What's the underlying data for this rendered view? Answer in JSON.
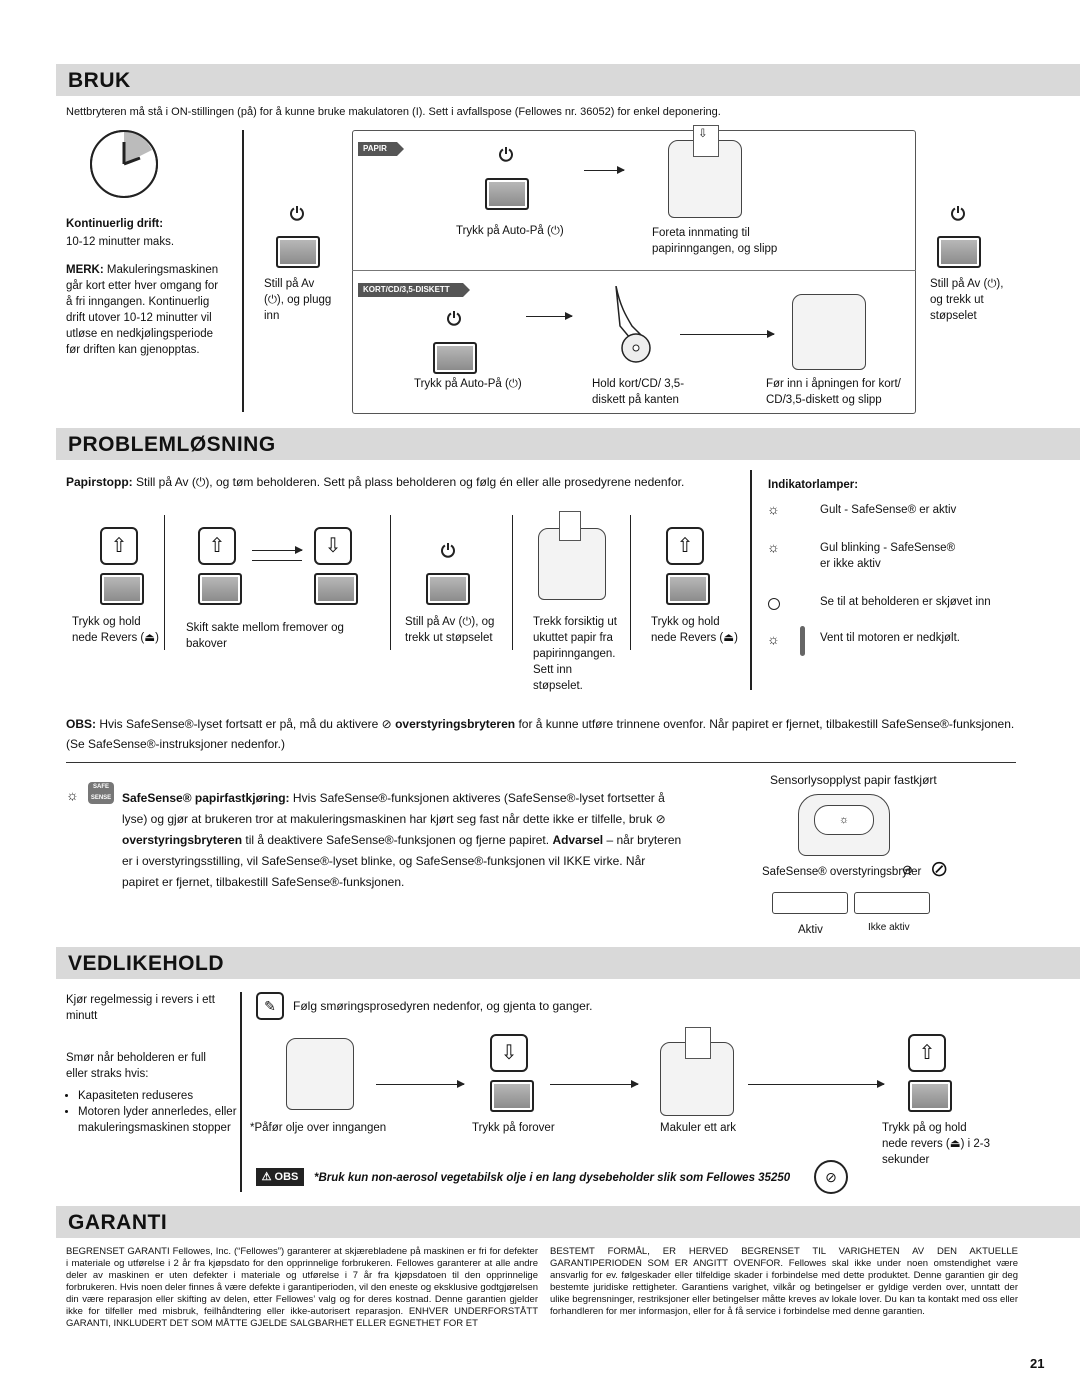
{
  "sections": {
    "bruk": "BRUK",
    "problem": "PROBLEMLØSNING",
    "vedlikehold": "VEDLIKEHOLD",
    "garanti": "GARANTI"
  },
  "bruk": {
    "intro": "Nettbryteren må stå i ON-stillingen (på) for å kunne bruke makulatoren (I). Sett i avfallspose (Fellowes nr. 36052) for enkel deponering.",
    "continuous_label": "Kontinuerlig drift:",
    "continuous_value": "10-12 minutter maks.",
    "note_label": "MERK:",
    "note_text": "Makuleringsmaskinen går kort etter hver omgang for å fri inngangen. Kontinuerlig drift utover 10-12 minutter vil utløse en nedkjølingsperiode før driften kan gjenopptas.",
    "step_off": "Still på Av (⏻), og plugg inn",
    "paper_tag": "PAPIR",
    "paper_auto": "Trykk på Auto-På (⏻)",
    "paper_feed": "Foreta innmating til papirinngangen, og slipp",
    "card_tag": "KORT/CD/3,5-DISKETT",
    "card_auto": "Trykk på Auto-På (⏻)",
    "card_hold": "Hold kort/CD/ 3,5-diskett på kanten",
    "card_feed": "Før inn i åpningen for kort/ CD/3,5-diskett og slipp",
    "step_end": "Still på Av (⏻), og trekk ut støpselet"
  },
  "problem": {
    "jam_label": "Papirstopp:",
    "jam_text": "Still på Av (⏻), og tøm beholderen. Sett på plass beholderen og følg én eller alle prosedyrene nedenfor.",
    "steps": [
      "Trykk og hold nede Revers (⏏)",
      "Skift sakte mellom fremover og bakover",
      "Still på Av (⏻), og trekk ut støpselet",
      "Trekk forsiktig ut ukuttet papir fra papirinngangen. Sett inn støpselet.",
      "Trykk og hold nede Revers (⏏)"
    ],
    "indicator_title": "Indikatorlamper:",
    "indicators": [
      "Gult - SafeSense® er aktiv",
      "Gul blinking - SafeSense® er ikke aktiv",
      "Se til at beholderen er skjøvet inn",
      "Vent til motoren er nedkjølt."
    ],
    "obs_label": "OBS:",
    "obs_text_1": "Hvis SafeSense®-lyset fortsatt er på, må du aktivere",
    "obs_bold": "overstyringsbryteren",
    "obs_text_2": "for å kunne utføre trinnene ovenfor. Når papiret er fjernet, tilbakestill SafeSense®-funksjonen. (Se SafeSense®-instruksjoner nedenfor.)",
    "safe_badge": "SAFE SENSE",
    "safe_title": "SafeSense® papirfastkjøring:",
    "safe_text_1": "Hvis SafeSense®-funksjonen aktiveres (SafeSense®-lyset fortsetter å lyse) og gjør at brukeren tror at makuleringsmaskinen har kjørt seg fast når dette ikke er tilfelle, bruk",
    "safe_bold": "overstyringsbryteren",
    "safe_text_2": "til å deaktivere SafeSense®-funksjonen og fjerne papiret.",
    "safe_warn": "Advarsel",
    "safe_text_3": "– når bryteren er i overstyringsstilling, vil SafeSense®-lyset blinke, og SafeSense®-funksjonen vil IKKE virke. Når papiret er fjernet, tilbakestill SafeSense®-funksjonen.",
    "sensor_caption": "Sensorlysopplyst papir fastkjørt",
    "switch_caption": "SafeSense® overstyringsbryter",
    "active": "Aktiv",
    "inactive": "Ikke aktiv"
  },
  "vedlikehold": {
    "reverse_note": "Kjør regelmessig i revers i ett minutt",
    "lube_when": "Smør når beholderen er full eller straks hvis:",
    "bullets": [
      "Kapasiteten reduseres",
      "Motoren lyder annerledes, eller makuleringsmaskinen stopper"
    ],
    "follow": "Følg smøringsprosedyren nedenfor, og gjenta to ganger.",
    "steps": [
      "*Påfør olje over inngangen",
      "Trykk på forover",
      "Makuler ett ark",
      "Trykk på og hold nede revers (⏏) i 2-3 sekunder"
    ],
    "obs_badge": "OBS",
    "obs_note": "*Bruk kun non-aerosol vegetabilsk olje i en lang dysebeholder slik som Fellowes 35250"
  },
  "garanti": {
    "col1": "BEGRENSET GARANTI Fellowes, Inc. (“Fellowes”) garanterer at skjærebladene på maskinen er fri for defekter i materiale og utførelse i 2 år fra kjøpsdato for den opprinnelige forbrukeren. Fellowes garanterer at alle andre deler av maskinen er uten defekter i materiale og utførelse i 7 år fra kjøpsdatoen til den opprinnelige forbrukeren. Hvis noen deler finnes å være defekte i garantiperioden, vil den eneste og eksklusive godtgjørelsen din være reparasjon eller skifting av delen, etter Fellowes’ valg og for deres kostnad. Denne garantien gjelder ikke for tilfeller med misbruk, feilhåndtering eller ikke-autorisert reparasjon. ENHVER UNDERFORSTÅTT GARANTI, INKLUDERT DET SOM MÅTTE GJELDE SALGBARHET ELLER EGNETHET FOR ET",
    "col2": "BESTEMT FORMÅL, ER HERVED BEGRENSET TIL VARIGHETEN AV DEN AKTUELLE GARANTIPERIODEN SOM ER ANGITT OVENFOR. Fellowes skal ikke under noen omstendighet være ansvarlig for ev. følgeskader eller tilfeldige skader i forbindelse med dette produktet. Denne garantien gir deg bestemte juridiske rettigheter. Garantiens varighet, vilkår og betingelser er gyldige verden over, unntatt der ulike begrensninger, restriksjoner eller betingelser måtte kreves av lokale lover. Du kan ta kontakt med oss eller forhandleren for mer informasjon, eller for å få service i forbindelse med denne garantien."
  },
  "page_number": "21"
}
